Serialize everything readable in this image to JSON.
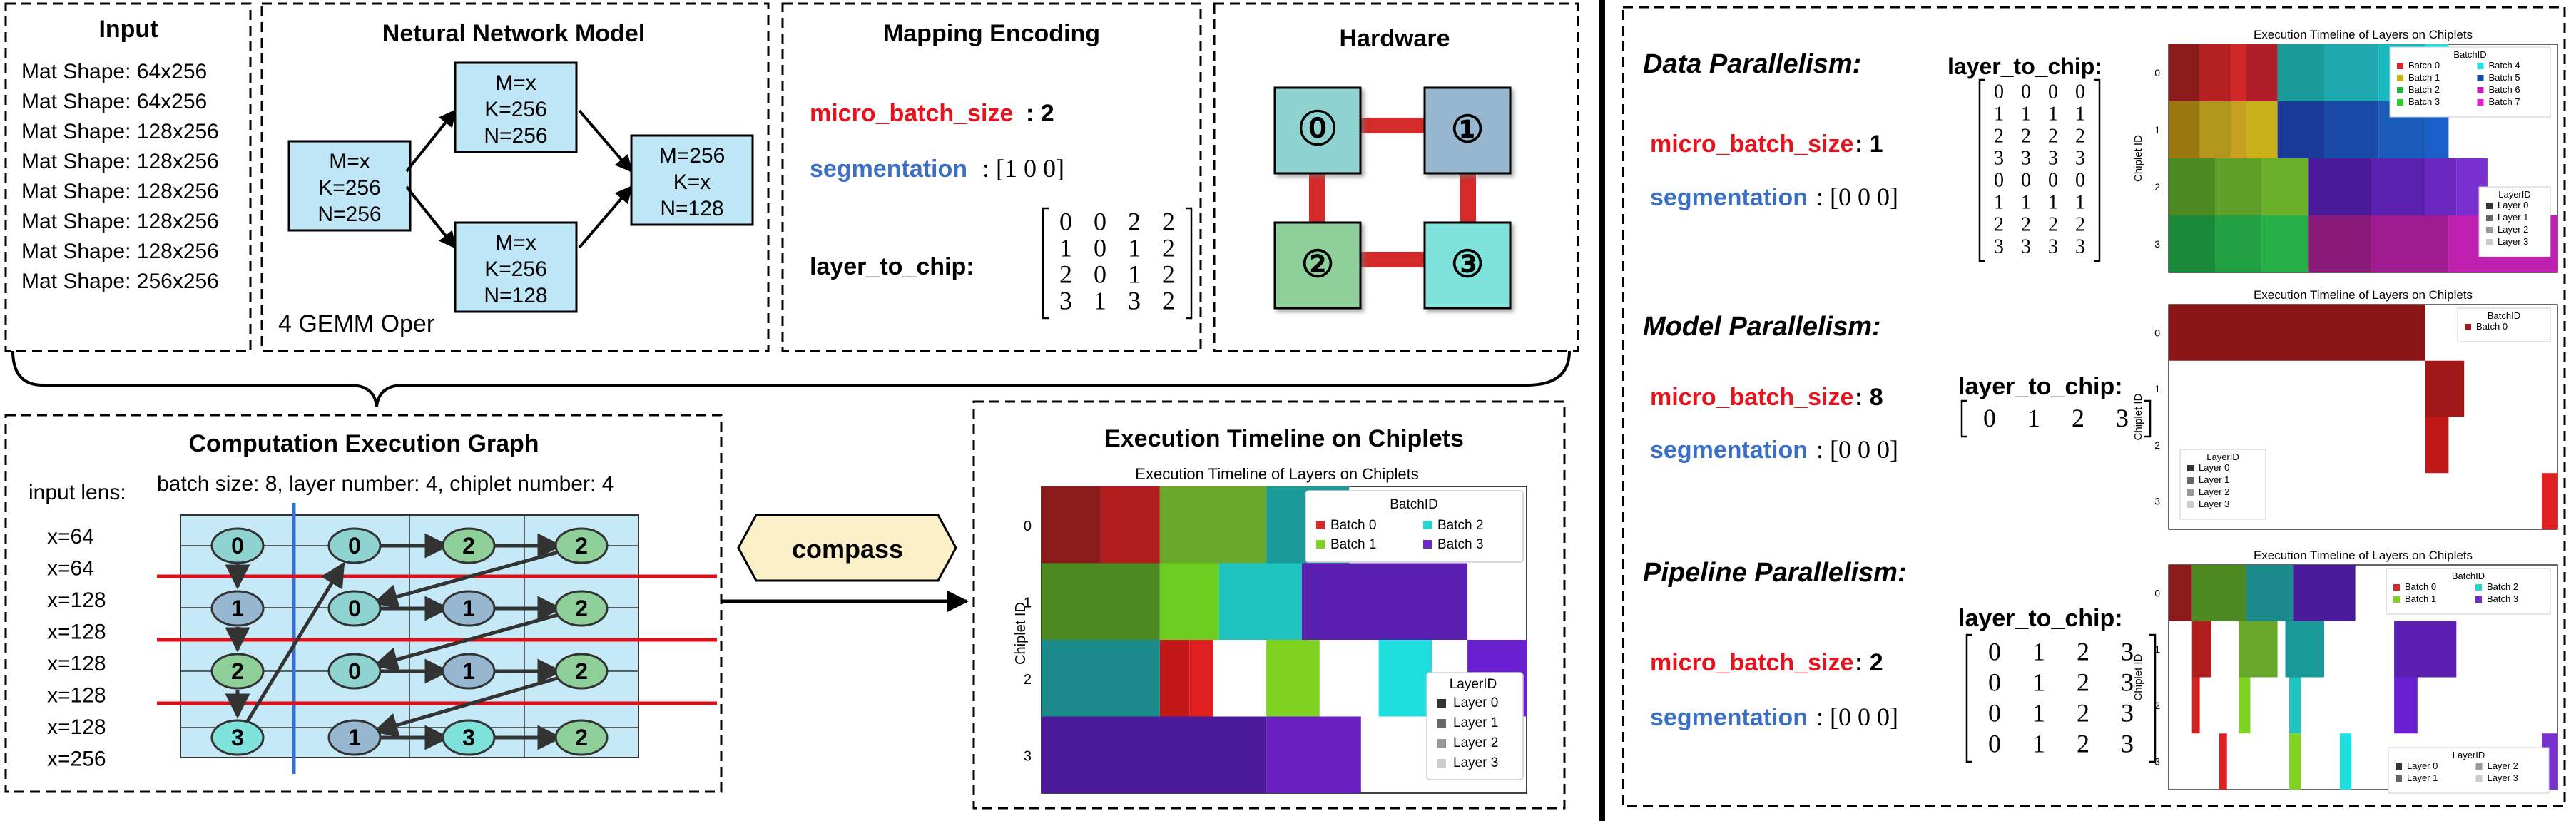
{
  "input_panel": {
    "title": "Input",
    "mat_shapes": [
      "Mat Shape: 64x256",
      "Mat Shape: 64x256",
      "Mat Shape: 128x256",
      "Mat Shape: 128x256",
      "Mat Shape: 128x256",
      "Mat Shape: 128x256",
      "Mat Shape: 128x256",
      "Mat Shape: 256x256"
    ]
  },
  "model_panel": {
    "title": "Netural Network Model",
    "footer": "4 GEMM Oper",
    "nodes": [
      {
        "l1": "M=x",
        "l2": "K=256",
        "l3": "N=256"
      },
      {
        "l1": "M=x",
        "l2": "K=256",
        "l3": "N=256"
      },
      {
        "l1": "M=x",
        "l2": "K=256",
        "l3": "N=128"
      },
      {
        "l1": "M=256",
        "l2": "K=x",
        "l3": "N=128"
      }
    ]
  },
  "mapping_panel": {
    "title": "Mapping Encoding",
    "micro_label": "micro_batch_size",
    "micro_value": ": 2",
    "seg_label": "segmentation",
    "seg_value": ": [1   0   0]",
    "ltc_label": "layer_to_chip:",
    "matrix": [
      [
        "0",
        "0",
        "2",
        "2"
      ],
      [
        "1",
        "0",
        "1",
        "2"
      ],
      [
        "2",
        "0",
        "1",
        "2"
      ],
      [
        "3",
        "1",
        "3",
        "2"
      ]
    ]
  },
  "hardware_panel": {
    "title": "Hardware",
    "chips": [
      "⓪",
      "①",
      "②",
      "③"
    ]
  },
  "graph_panel": {
    "title": "Computation Execution Graph",
    "subtitle": "batch size: 8, layer number: 4, chiplet number: 4",
    "input_lens_label": "input lens:",
    "lens": [
      "x=64",
      "x=64",
      "x=128",
      "x=128",
      "x=128",
      "x=128",
      "x=128",
      "x=256"
    ],
    "rows": [
      [
        "0",
        "0",
        "2",
        "2"
      ],
      [
        "1",
        "0",
        "1",
        "2"
      ],
      [
        "2",
        "0",
        "1",
        "2"
      ],
      [
        "3",
        "1",
        "3",
        "2"
      ]
    ]
  },
  "compass_label": "compass",
  "timeline_panel": {
    "title": "Execution Timeline on Chiplets",
    "chart_title": "Execution Timeline of Layers on Chiplets",
    "ylabel": "Chiplet ID",
    "y_ticks": [
      "0",
      "1",
      "2",
      "3"
    ],
    "batch_legend_title": "BatchID",
    "batch_legend": [
      {
        "name": "Batch 0",
        "color": "#d62728"
      },
      {
        "name": "Batch 1",
        "color": "#7fd21f"
      },
      {
        "name": "Batch 2",
        "color": "#1fd6d0"
      },
      {
        "name": "Batch 3",
        "color": "#6a2ad0"
      }
    ],
    "layer_legend_title": "LayerID",
    "layer_legend": [
      "Layer 0",
      "Layer 1",
      "Layer 2",
      "Layer 3"
    ]
  },
  "right_panel": {
    "data_title": "Data Parallelism:",
    "data_micro_value": ": 1",
    "data_seg_value": ": [0   0   0]",
    "data_ltc_label": "layer_to_chip:",
    "data_matrix": [
      [
        "0",
        "0",
        "0",
        "0"
      ],
      [
        "1",
        "1",
        "1",
        "1"
      ],
      [
        "2",
        "2",
        "2",
        "2"
      ],
      [
        "3",
        "3",
        "3",
        "3"
      ],
      [
        "0",
        "0",
        "0",
        "0"
      ],
      [
        "1",
        "1",
        "1",
        "1"
      ],
      [
        "2",
        "2",
        "2",
        "2"
      ],
      [
        "3",
        "3",
        "3",
        "3"
      ]
    ],
    "model_title": "Model Parallelism:",
    "model_micro_value": ": 8",
    "model_seg_value": ": [0   0   0]",
    "model_ltc_label": "layer_to_chip:",
    "model_matrix": [
      [
        "0",
        "1",
        "2",
        "3"
      ]
    ],
    "pipe_title": "Pipeline Parallelism:",
    "pipe_micro_value": ": 2",
    "pipe_seg_value": ": [0   0   0]",
    "pipe_ltc_label": "layer_to_chip:",
    "pipe_matrix": [
      [
        "0",
        "1",
        "2",
        "3"
      ],
      [
        "0",
        "1",
        "2",
        "3"
      ],
      [
        "0",
        "1",
        "2",
        "3"
      ],
      [
        "0",
        "1",
        "2",
        "3"
      ]
    ],
    "micro_label": "micro_batch_size",
    "seg_label": "segmentation",
    "chart_title": "Execution Timeline of Layers on Chiplets",
    "ylabel": "Chiplet ID",
    "batch_legend_title": "BatchID",
    "layer_legend_title": "LayerID",
    "data_batches": [
      "Batch 0",
      "Batch 1",
      "Batch 2",
      "Batch 3",
      "Batch 4",
      "Batch 5",
      "Batch 6",
      "Batch 7"
    ],
    "model_batches": [
      "Batch 0"
    ],
    "pipe_batches": [
      "Batch 0",
      "Batch 1",
      "Batch 2",
      "Batch 3"
    ],
    "layers": [
      "Layer 0",
      "Layer 1",
      "Layer 2",
      "Layer 3"
    ]
  }
}
